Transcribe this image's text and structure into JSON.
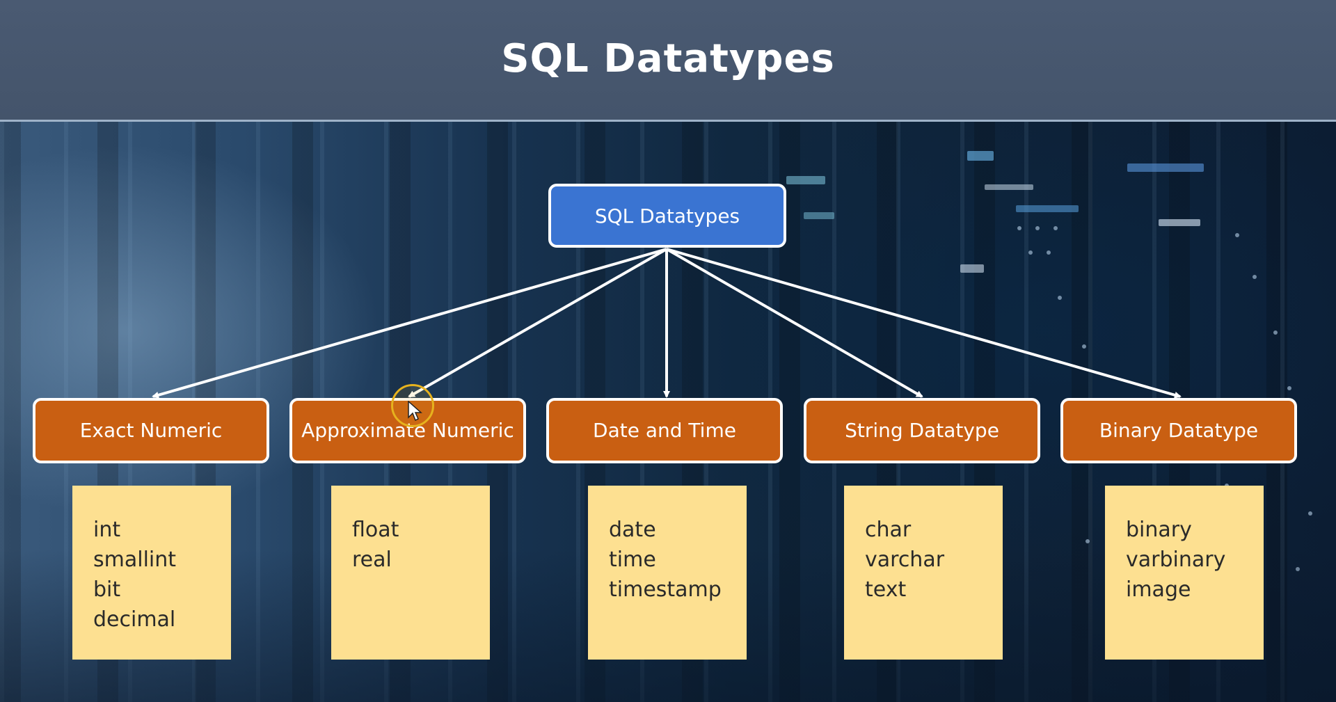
{
  "title": "SQL Datatypes",
  "root": {
    "label": "SQL Datatypes"
  },
  "categories": [
    {
      "label": "Exact Numeric",
      "items": [
        "int",
        "smallint",
        "bit",
        "decimal"
      ]
    },
    {
      "label": "Approximate Numeric",
      "items": [
        "float",
        "real"
      ]
    },
    {
      "label": "Date and Time",
      "items": [
        "date",
        "time",
        "timestamp"
      ]
    },
    {
      "label": "String Datatype",
      "items": [
        "char",
        "varchar",
        "text"
      ]
    },
    {
      "label": "Binary Datatype",
      "items": [
        "binary",
        "varbinary",
        "image"
      ]
    }
  ],
  "colors": {
    "header": "#4a5a72",
    "root_box": "#3a74d2",
    "category_box": "#c95f12",
    "note": "#fde091",
    "arrow": "#ffffff"
  }
}
